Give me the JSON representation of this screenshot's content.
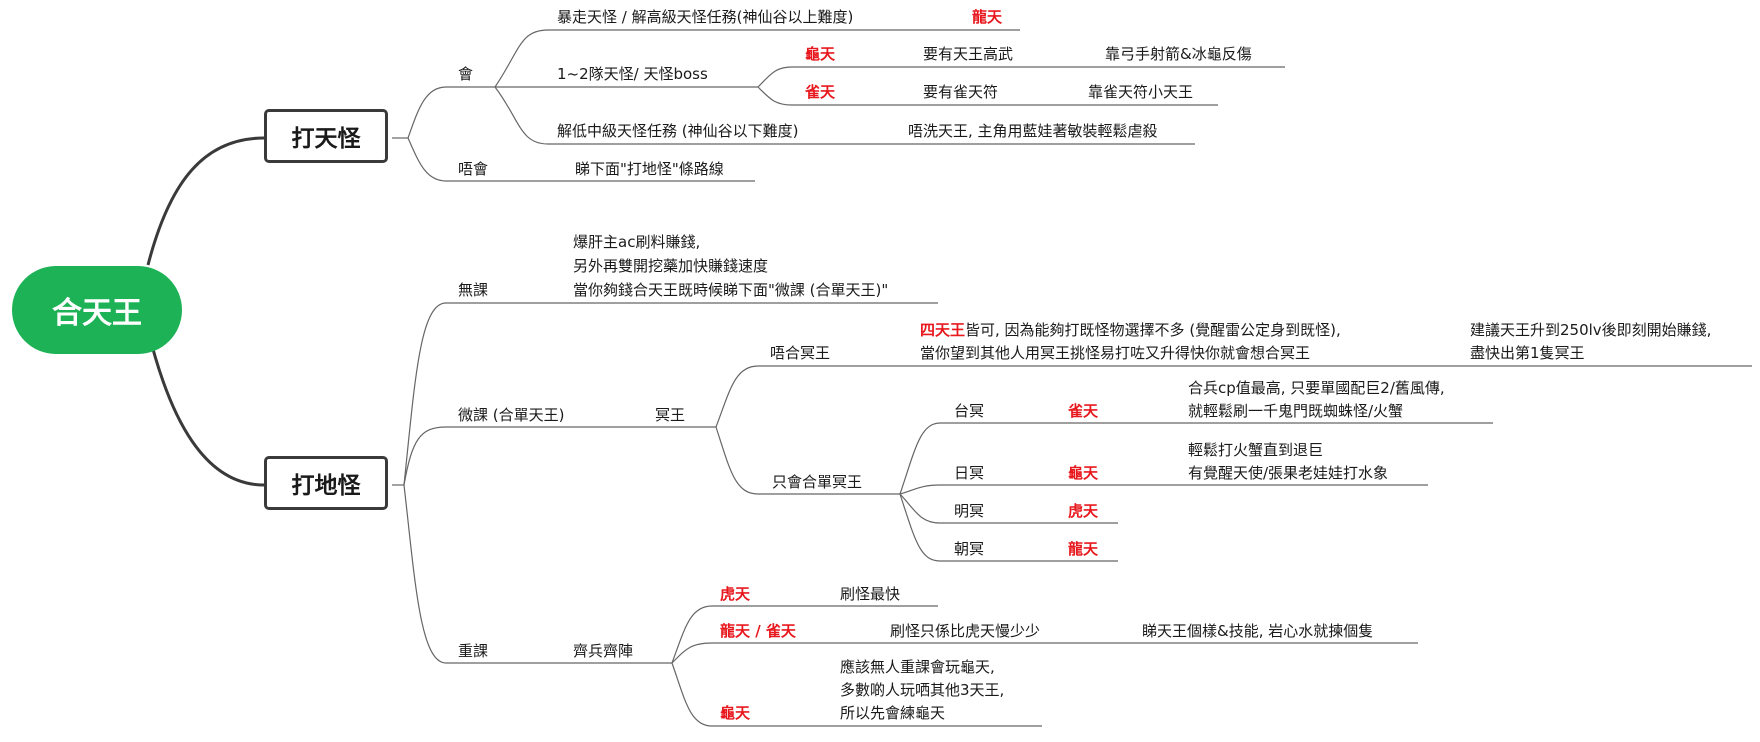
{
  "root": {
    "label": "合天王"
  },
  "hunt_sky": {
    "label": "打天怪",
    "can": {
      "label": "會",
      "rampage": {
        "label": "暴走天怪 / 解高級天怪任務(神仙谷以上難度)",
        "king": "龍天"
      },
      "team": {
        "label": "1~2隊天怪/ 天怪boss",
        "r1": {
          "king": "龜天",
          "need": "要有天王高武",
          "tip": "靠弓手射箭&冰龜反傷"
        },
        "r2": {
          "king": "雀天",
          "need": "要有雀天符",
          "tip": "靠雀天符小天王"
        }
      },
      "low": {
        "label": "解低中級天怪任務 (神仙谷以下難度)",
        "tip": "唔洗天王, 主角用藍娃著敏裝輕鬆虐殺"
      }
    },
    "cannot": {
      "label": "唔會",
      "tip": "睇下面\"打地怪\"條路線"
    }
  },
  "hunt_ground": {
    "label": "打地怪",
    "free": {
      "label": "無課",
      "lines": [
        "爆肝主ac刷料賺錢,",
        "另外再雙開挖藥加快賺錢速度",
        "當你夠錢合天王既時候睇下面\"微課 (合單天王)\""
      ]
    },
    "micro": {
      "label": "微課 (合單天王)",
      "ming": "冥王",
      "no_ming": {
        "label": "唔合冥王",
        "line1_red": "四天王",
        "line1_rest": "皆可, 因為能夠打既怪物選擇不多 (覺醒雷公定身到既怪),",
        "line2": "當你望到其他人用冥王挑怪易打咗又升得快你就會想合冥王",
        "advice1": "建議天王升到250lv後即刻開始賺錢,",
        "advice2": "盡快出第1隻冥王"
      },
      "only_ming": {
        "label": "只會合單冥王",
        "rows": [
          {
            "name": "台冥",
            "king": "雀天",
            "note1": "合兵cp值最高, 只要單國配巨2/舊風傳,",
            "note2": "就輕鬆刷一千鬼門既蜘蛛怪/火蟹"
          },
          {
            "name": "日冥",
            "king": "龜天",
            "note1": "輕鬆打火蟹直到退巨",
            "note2": "有覺醒天使/張果老娃娃打水象"
          },
          {
            "name": "明冥",
            "king": "虎天"
          },
          {
            "name": "朝冥",
            "king": "龍天"
          }
        ]
      }
    },
    "heavy": {
      "label": "重課",
      "formation": "齊兵齊陣",
      "r1": {
        "king": "虎天",
        "note": "刷怪最快"
      },
      "r2": {
        "king": "龍天 / 雀天",
        "note": "刷怪只係比虎天慢少少",
        "tip": "睇天王個樣&技能, 岩心水就揀個隻"
      },
      "r3": {
        "king": "龜天",
        "lines": [
          "應該無人重課會玩龜天,",
          "多數啲人玩哂其他3天王,",
          "所以先會練龜天"
        ]
      }
    }
  }
}
